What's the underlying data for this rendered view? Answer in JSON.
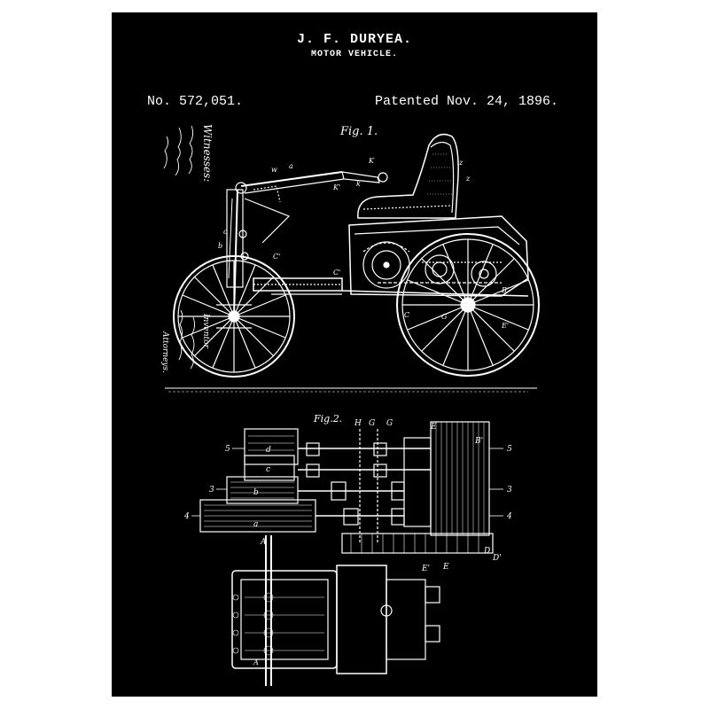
{
  "document": {
    "inventor": "J. F. DURYEA.",
    "title": "MOTOR VEHICLE.",
    "patent_number": "No. 572,051.",
    "patent_date": "Patented Nov. 24, 1896.",
    "fig1_label": "Fig. 1.",
    "fig2_label": "Fig.2.",
    "witnesses_label": "Witnesses:",
    "inventor_label": "Inventor",
    "attorneys_label": "Attorneys."
  },
  "colors": {
    "page_background": "#ffffff",
    "poster_background": "#000000",
    "ink": "#ffffff"
  }
}
